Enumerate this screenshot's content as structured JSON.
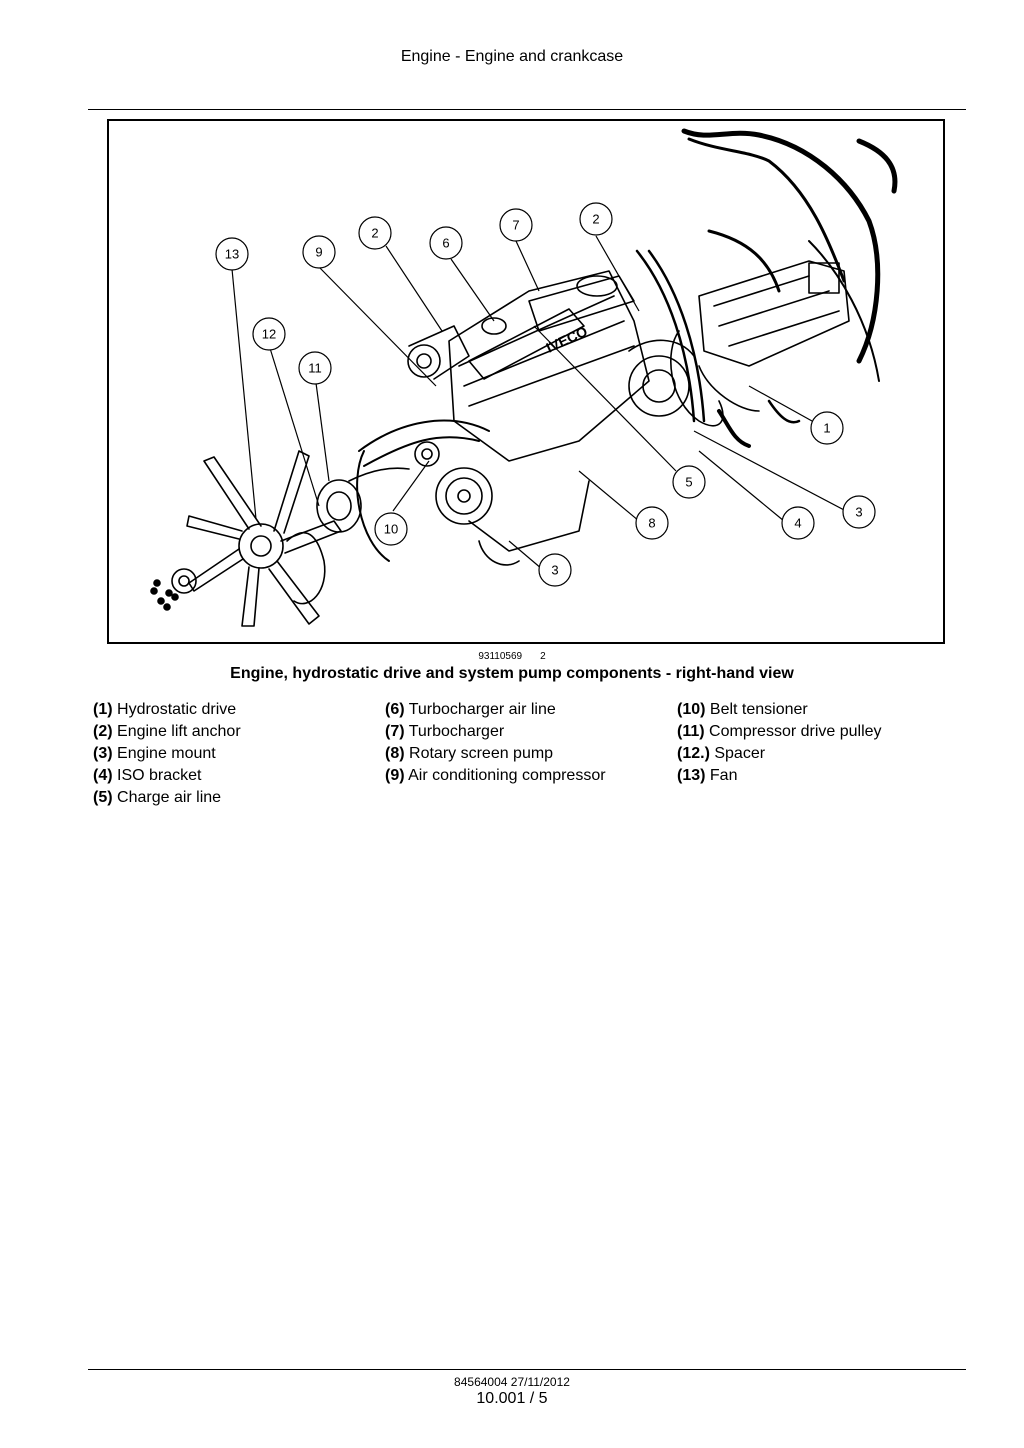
{
  "header": {
    "title": "Engine - Engine and crankcase"
  },
  "figure": {
    "ref_number": "93110569",
    "index": "2",
    "caption": "Engine, hydrostatic drive and system pump components - right-hand view",
    "brand_text": "IVECO",
    "callouts": [
      "13",
      "9",
      "2",
      "6",
      "7",
      "2",
      "12",
      "11",
      "10",
      "1",
      "5",
      "3",
      "4",
      "8",
      "3"
    ]
  },
  "legend": {
    "col1": [
      {
        "num": "(1)",
        "text": "Hydrostatic drive"
      },
      {
        "num": "(2)",
        "text": "Engine lift anchor"
      },
      {
        "num": "(3)",
        "text": "Engine mount"
      },
      {
        "num": "(4)",
        "text": "ISO bracket"
      },
      {
        "num": "(5)",
        "text": "Charge air line"
      }
    ],
    "col2": [
      {
        "num": "(6)",
        "text": "Turbocharger air line"
      },
      {
        "num": "(7)",
        "text": "Turbocharger"
      },
      {
        "num": "(8)",
        "text": "Rotary screen pump"
      },
      {
        "num": "(9)",
        "text": "Air conditioning compressor"
      }
    ],
    "col3": [
      {
        "num": "(10)",
        "text": "Belt tensioner"
      },
      {
        "num": "(11)",
        "text": "Compressor drive pulley"
      },
      {
        "num": "(12.)",
        "text": "Spacer"
      },
      {
        "num": "(13)",
        "text": "Fan"
      }
    ]
  },
  "footer": {
    "doc_id": "84564004 27/11/2012",
    "page": "10.001 / 5"
  }
}
